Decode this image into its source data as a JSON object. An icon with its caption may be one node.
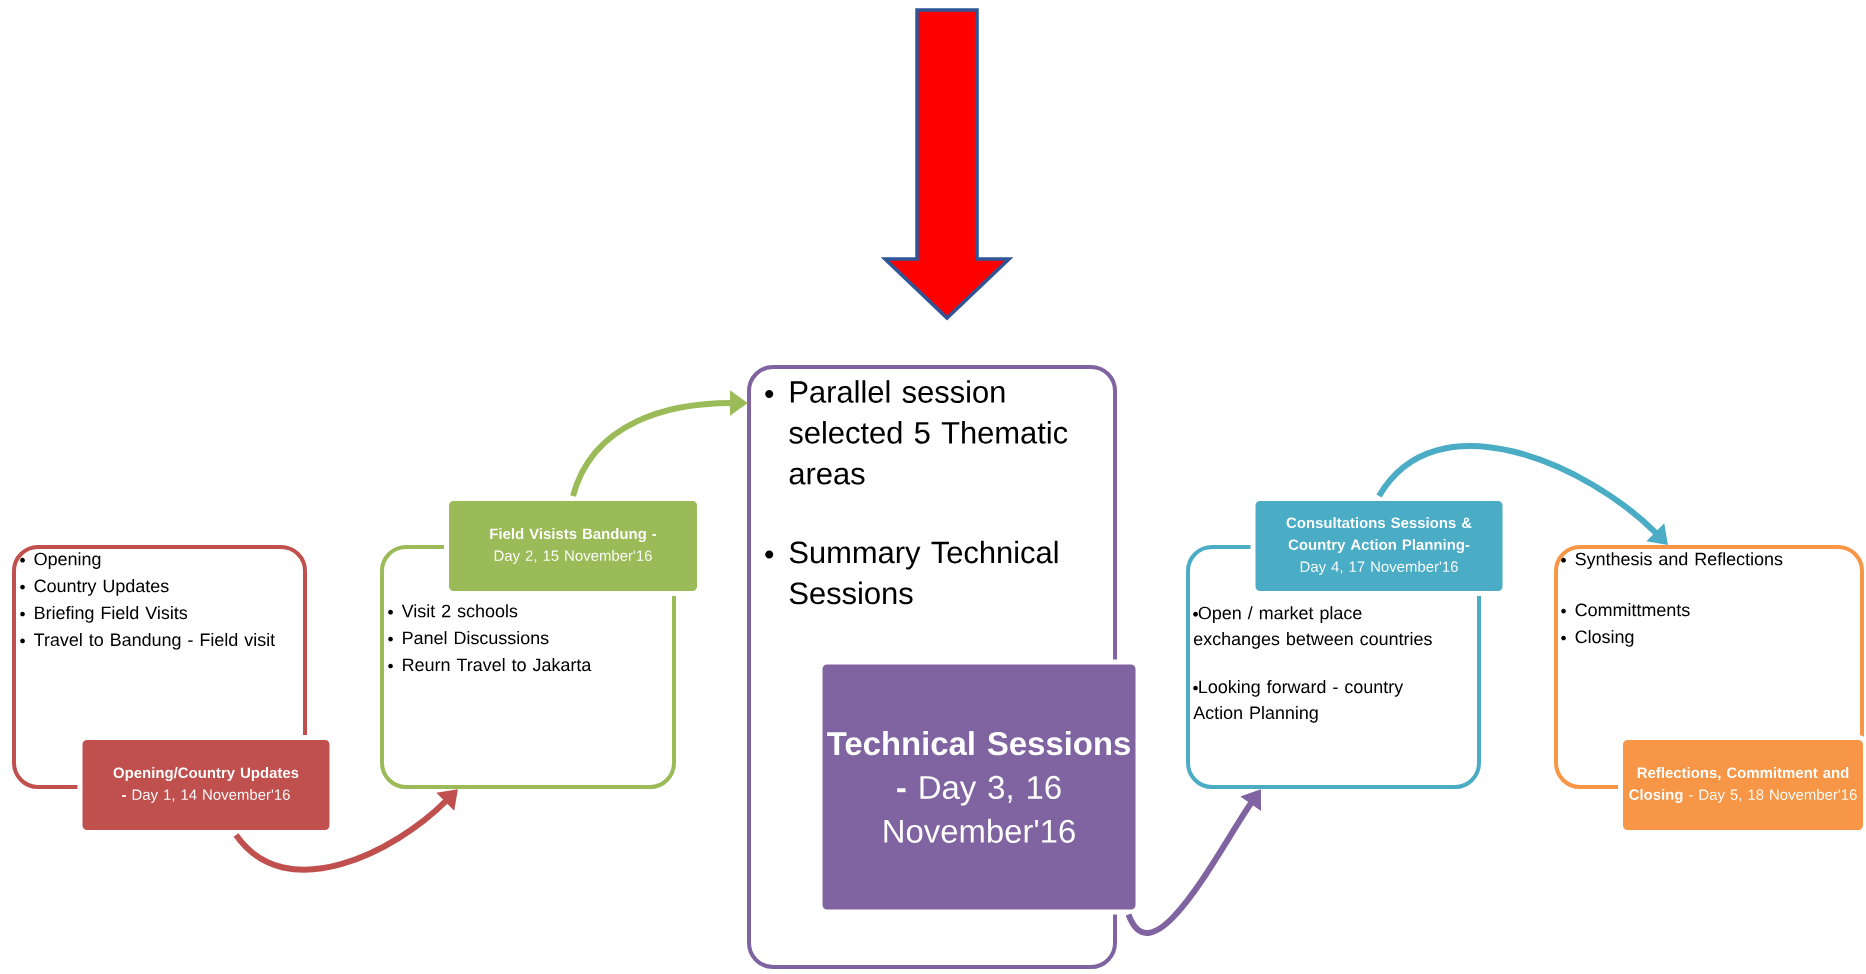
{
  "diagram": {
    "nodes": [
      {
        "text": [
          "Opening",
          "Country Updates",
          "Briefing Field Visits",
          "Travel to Bandung - Field visit"
        ]
      },
      {
        "text": [
          "**Opening/Country Updates -** Day 1, 14 November'16"
        ]
      },
      {
        "text": [
          "Visit 2 schools",
          "Panel Discussions",
          "Reurn Travel to Jakarta"
        ]
      },
      {
        "text": [
          "**Field Visists Bandung -** Day 2, 15 November'16"
        ]
      },
      {
        "text": [
          "Parallel session selected 5 Thematic areas",
          "Summary Technical Sessions"
        ]
      },
      {
        "text": [
          "**Technical Sessions -** Day 3, 16 November'16"
        ]
      },
      {
        "text": [
          "Open / market place exchanges between countries",
          "Looking forward - country Action Planning"
        ]
      },
      {
        "text": [
          "**Consultations Sessions & Country Action Planning-** Day 4, 17 November'16"
        ]
      },
      {
        "text": [
          "Synthesis and Reflections",
          "Committments",
          "Closing"
        ]
      },
      {
        "text": [
          "**Reflections, Commitment and Closing** - Day 5, 18 November'16"
        ]
      }
    ],
    "edges": [
      {
        "from": null,
        "to": 4,
        "arrow": "to",
        "style": "thick",
        "color": "#ff0000"
      },
      {
        "from": 1,
        "to": 2,
        "arrow": "to",
        "color": "#c0504d"
      },
      {
        "from": 3,
        "to": 4,
        "arrow": "to",
        "color": "#9bbb59"
      },
      {
        "from": 5,
        "to": 6,
        "arrow": "to",
        "color": "#8064a2"
      },
      {
        "from": 7,
        "to": 8,
        "arrow": "to",
        "color": "#4bacc6"
      }
    ]
  }
}
